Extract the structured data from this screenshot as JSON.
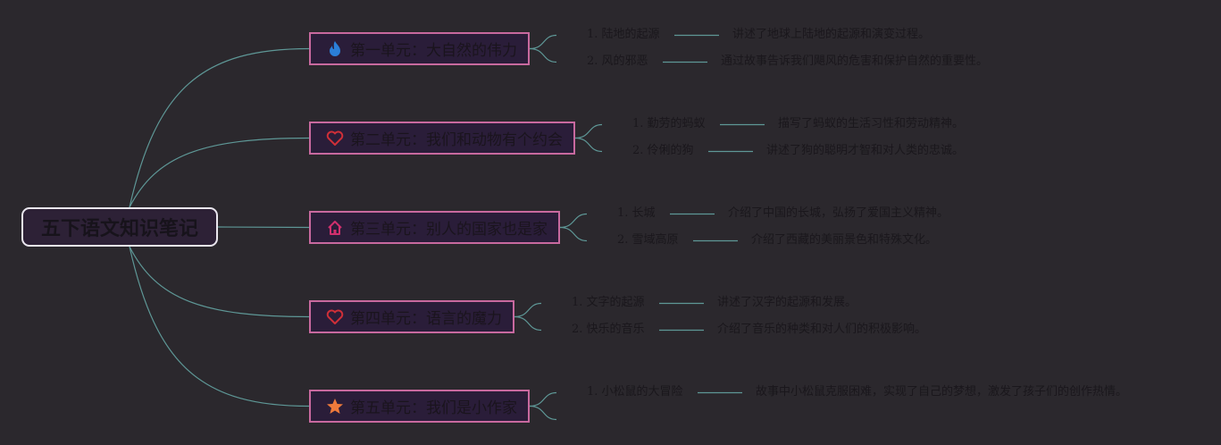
{
  "root": {
    "title": "五下语文知识笔记"
  },
  "colors": {
    "background": "#2b282d",
    "link": "#5e9796",
    "unit_border": "#c8699f",
    "root_border": "#e9e6ee"
  },
  "units": [
    {
      "icon": "fire-icon",
      "icon_color": "#2b7fd8",
      "title": "第一单元：大自然的伟力",
      "items": [
        {
          "name": "1. 陆地的起源",
          "desc": "讲述了地球上陆地的起源和演变过程。"
        },
        {
          "name": "2. 风的邪恶",
          "desc": "通过故事告诉我们飓风的危害和保护自然的重要性。"
        }
      ]
    },
    {
      "icon": "heart-icon",
      "icon_color": "#cf2f38",
      "title": "第二单元：我们和动物有个约会",
      "items": [
        {
          "name": "1. 勤劳的蚂蚁",
          "desc": "描写了蚂蚁的生活习性和劳动精神。"
        },
        {
          "name": "2. 伶俐的狗",
          "desc": "讲述了狗的聪明才智和对人类的忠诚。"
        }
      ]
    },
    {
      "icon": "house-icon",
      "icon_color": "#d1306d",
      "title": "第三单元：别人的国家也是家",
      "items": [
        {
          "name": "1. 长城",
          "desc": "介绍了中国的长城，弘扬了爱国主义精神。"
        },
        {
          "name": "2. 雪域高原",
          "desc": "介绍了西藏的美丽景色和特殊文化。"
        }
      ]
    },
    {
      "icon": "heart-icon",
      "icon_color": "#cf2f38",
      "title": "第四单元：语言的魔力",
      "items": [
        {
          "name": "1. 文字的起源",
          "desc": "讲述了汉字的起源和发展。"
        },
        {
          "name": "2. 快乐的音乐",
          "desc": "介绍了音乐的种类和对人们的积极影响。"
        }
      ]
    },
    {
      "icon": "star-icon",
      "icon_color": "#ee7a3b",
      "title": "第五单元：我们是小作家",
      "items": [
        {
          "name": "1. 小松鼠的大冒险",
          "desc": "故事中小松鼠克服困难，实现了自己的梦想，激发了孩子们的创作热情。"
        }
      ]
    }
  ]
}
